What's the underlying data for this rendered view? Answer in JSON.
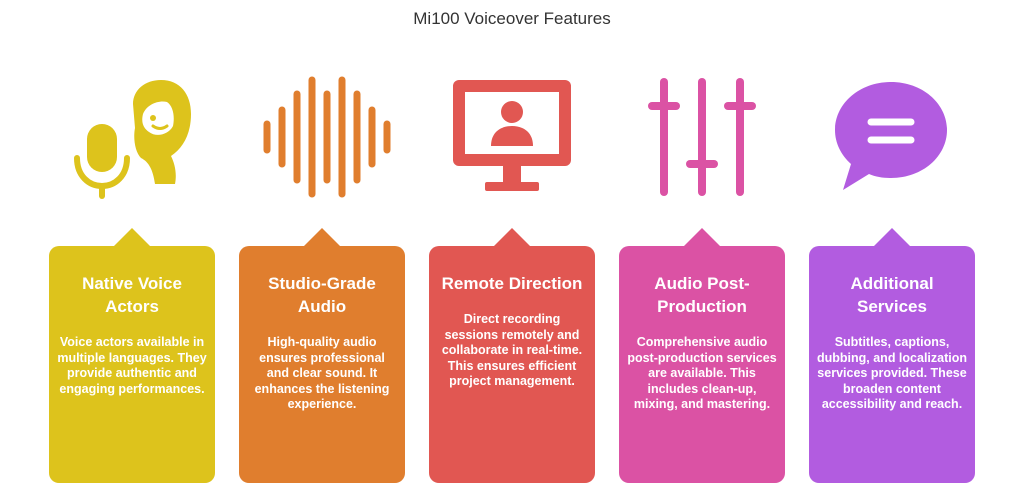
{
  "title": "Mi100 Voiceover Features",
  "features": [
    {
      "title": "Native Voice Actors",
      "description": "Voice actors available in multiple languages. They provide authentic and engaging performances.",
      "icon": "voice-actor-microphone-icon",
      "color": "#DDC31C"
    },
    {
      "title": "Studio-Grade Audio",
      "description": "High-quality audio ensures professional and clear sound. It enhances the listening experience.",
      "icon": "sound-wave-icon",
      "color": "#E07E2E"
    },
    {
      "title": "Remote Direction",
      "description": "Direct recording sessions remotely and collaborate in real-time. This ensures efficient project management.",
      "icon": "remote-monitor-icon",
      "color": "#E15752"
    },
    {
      "title": "Audio Post-Production",
      "description": "Comprehensive audio post-production services are available. This includes clean-up, mixing, and mastering.",
      "icon": "mixer-sliders-icon",
      "color": "#DB52A4"
    },
    {
      "title": "Additional Services",
      "description": "Subtitles, captions, dubbing, and localization services provided. These broaden content accessibility and reach.",
      "icon": "chat-bubble-icon",
      "color": "#B25CE0"
    }
  ]
}
